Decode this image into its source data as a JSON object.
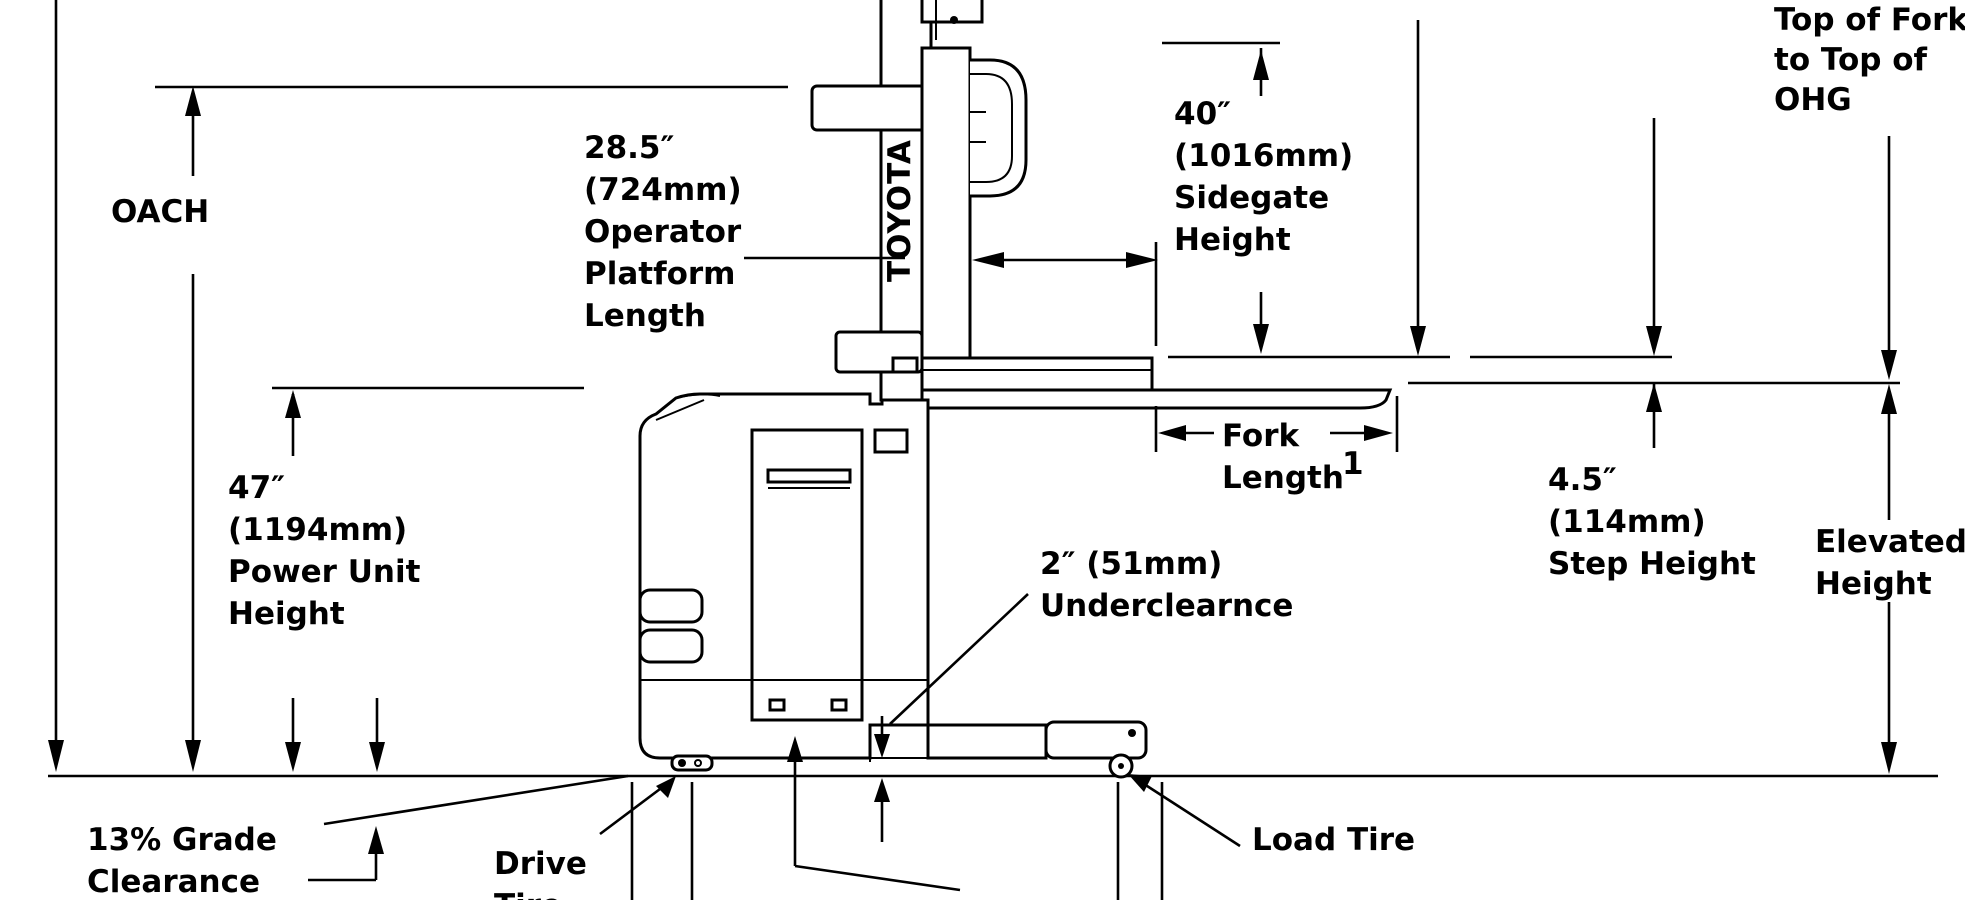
{
  "brand": "TOYOTA",
  "labels": {
    "oach": "OACH",
    "top_fork_ohg": [
      "Top of Fork",
      "to Top of",
      "OHG"
    ],
    "sidegate": [
      "40″",
      "(1016mm)",
      "Sidegate",
      "Height"
    ],
    "platform": [
      "28.5″",
      "(724mm)",
      "Operator",
      "Platform",
      "Length"
    ],
    "power_unit": [
      "47″",
      "(1194mm)",
      "Power Unit",
      "Height"
    ],
    "fork_length": [
      "Fork",
      "Length"
    ],
    "fork_length_sup": "1",
    "step_height": [
      "4.5″",
      "(114mm)",
      "Step Height"
    ],
    "elevated_height": [
      "Elevated",
      "Height"
    ],
    "underclearance": [
      "2″ (51mm)",
      "Underclearnce"
    ],
    "load_tire": "Load Tire",
    "grade_clearance": [
      "13% Grade",
      "Clearance"
    ],
    "drive_tire": [
      "Drive",
      "Tire"
    ]
  },
  "colors": {
    "line": "#000000",
    "background": "#ffffff"
  }
}
